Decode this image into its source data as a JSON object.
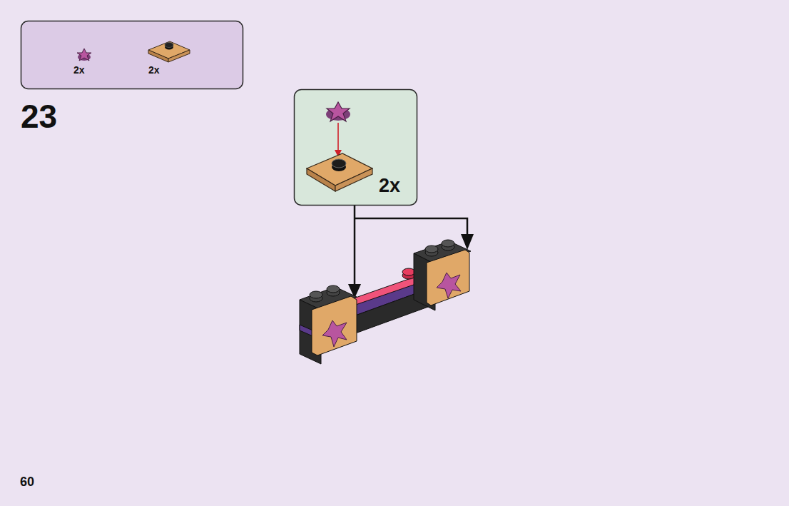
{
  "diagram": {
    "nodes": [
      {
        "text": [
          "2x",
          "2x"
        ]
      },
      {
        "text": [
          "2x"
        ]
      }
    ],
    "labels": [
      "23",
      "60"
    ]
  }
}
